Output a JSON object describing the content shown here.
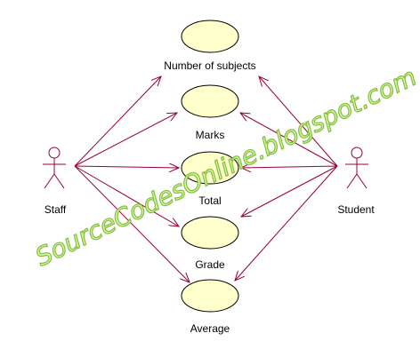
{
  "diagram": {
    "actors": [
      {
        "id": "staff",
        "label": "Staff"
      },
      {
        "id": "student",
        "label": "Student"
      }
    ],
    "use_cases": [
      {
        "id": "subjects",
        "label": "Number of subjects"
      },
      {
        "id": "marks",
        "label": "Marks"
      },
      {
        "id": "total",
        "label": "Total"
      },
      {
        "id": "grade",
        "label": "Grade"
      },
      {
        "id": "average",
        "label": "Average"
      }
    ],
    "associations": {
      "staff": [
        "subjects",
        "marks",
        "total",
        "grade",
        "average"
      ],
      "student": [
        "subjects",
        "marks",
        "total",
        "grade",
        "average"
      ]
    },
    "colors": {
      "use_case_fill": "#FFFFCC",
      "use_case_stroke": "#000000",
      "association": "#990033",
      "actor": "#990033",
      "watermark_fill": "#CCFF99",
      "watermark_stroke": "#88BB44"
    }
  },
  "watermark": {
    "text": "SourceCodesOnline.blogspot.com"
  }
}
